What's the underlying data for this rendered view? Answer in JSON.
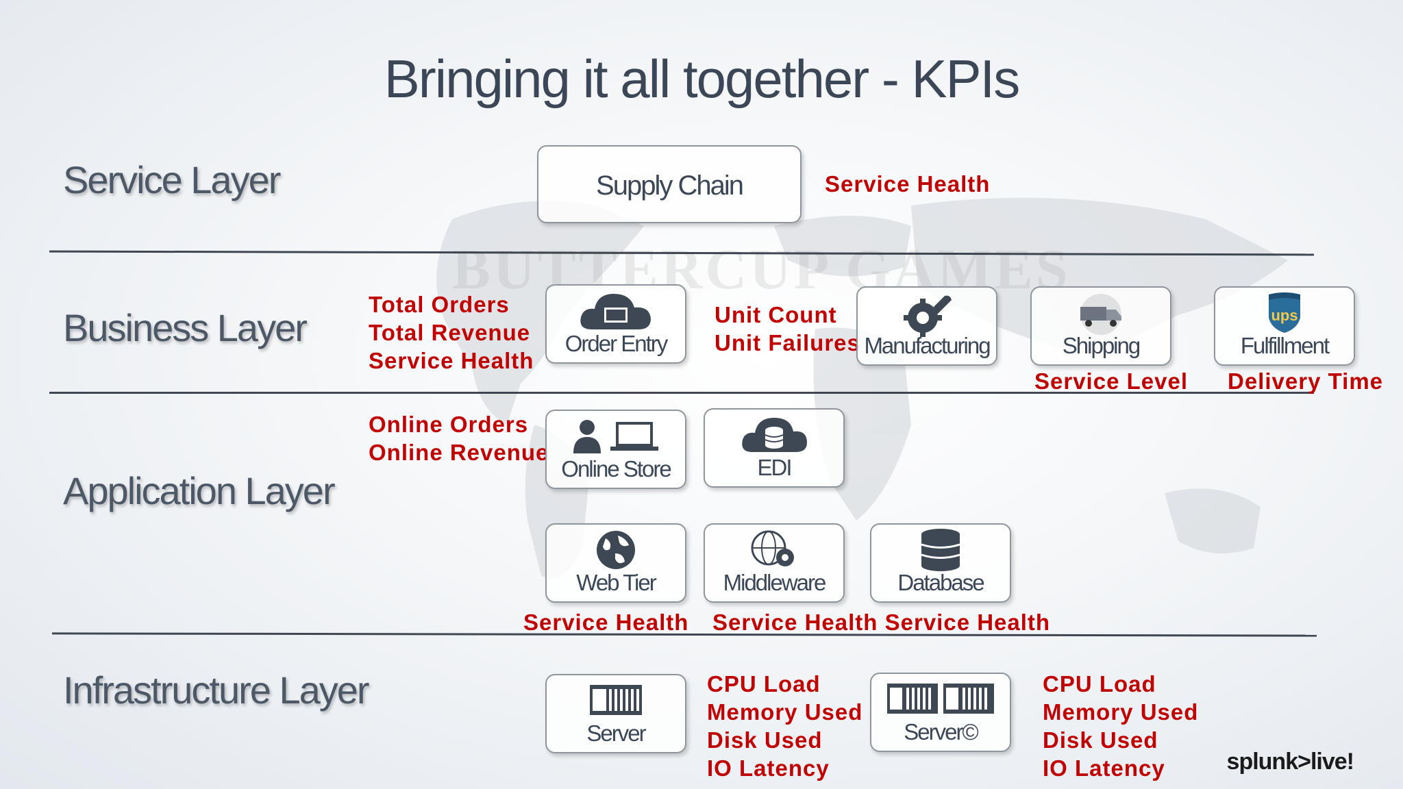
{
  "title": "Bringing it all together - KPIs",
  "watermark": "BUTTERCUP GAMES",
  "layers": {
    "service": "Service Layer",
    "business": "Business Layer",
    "application": "Application Layer",
    "infrastructure": "Infrastructure Layer"
  },
  "boxes": {
    "supply_chain": "Supply Chain",
    "order_entry": "Order Entry",
    "manufacturing": "Manufacturing",
    "shipping": "Shipping",
    "fulfillment": "Fulfillment",
    "online_store": "Online Store",
    "edi": "EDI",
    "web_tier": "Web Tier",
    "middleware": "Middleware",
    "database": "Database",
    "server": "Server",
    "server_cluster": "Server©"
  },
  "kpis": {
    "service_health_top": "Service Health",
    "business": [
      "Total Orders",
      "Total Revenue",
      "Service Health"
    ],
    "manufacturing": [
      "Unit Count",
      "Unit Failures"
    ],
    "shipping": "Service Level",
    "fulfillment": "Delivery Time",
    "online": [
      "Online Orders",
      "Online Revenue"
    ],
    "web_tier": "Service Health",
    "middleware_db": "Service Health Service Health",
    "server1": [
      "CPU Load",
      "Memory Used",
      "Disk Used",
      "IO Latency"
    ],
    "server2": [
      "CPU Load",
      "Memory Used",
      "Disk Used",
      "IO Latency"
    ]
  },
  "icons": {
    "order_entry": "cloud-monitor-icon",
    "manufacturing": "gear-wrench-icon",
    "shipping": "truck-icon",
    "fulfillment": "ups-shield-icon",
    "online_store": "user-laptop-icon",
    "edi": "cloud-database-icon",
    "web_tier": "globe-icon",
    "middleware": "globe-gear-icon",
    "database": "database-icon",
    "server": "server-rack-icon",
    "server_cluster": "server-cluster-icon"
  },
  "ups_text": "ups",
  "logo": "splunk>live!"
}
